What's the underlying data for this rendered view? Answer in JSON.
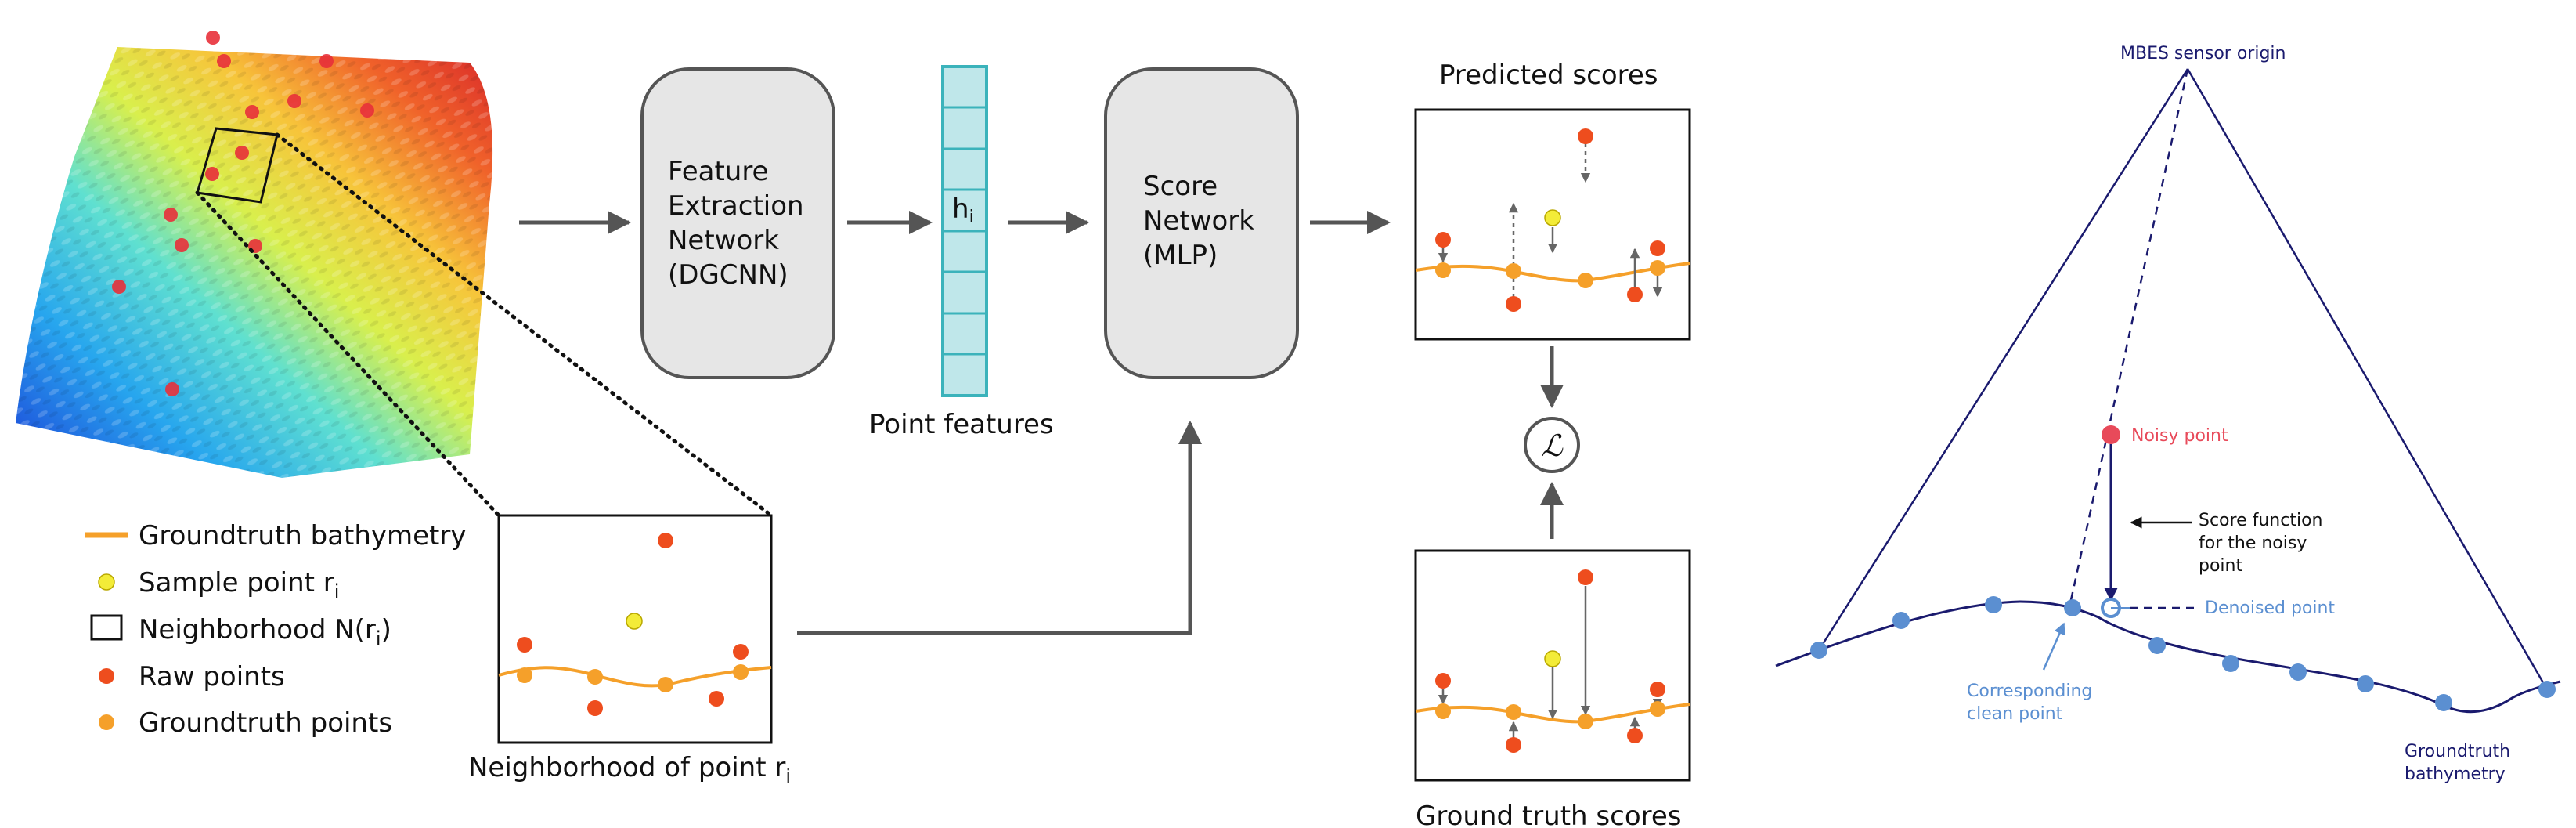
{
  "left": {
    "feature_extraction_label": [
      "Feature",
      "Extraction",
      "Network",
      "(DGCNN)"
    ],
    "point_feature_symbol": "h",
    "point_feature_subscript": "i",
    "point_features_label": "Point features",
    "score_network_label": [
      "Score",
      "Network",
      "(MLP)"
    ],
    "predicted_scores_label": "Predicted scores",
    "ground_truth_scores_label": "Ground truth scores",
    "loss_symbol": "ℒ",
    "neighborhood_caption": "Neighborhood of point r",
    "neighborhood_caption_sub": "i",
    "legend": [
      {
        "label": "Groundtruth bathymetry",
        "sub": "",
        "marker": "line"
      },
      {
        "label": "Sample point r",
        "sub": "i",
        "marker": "yellow-dot"
      },
      {
        "label": "Neighborhood N(r",
        "sub": "i",
        "suffix": ")",
        "marker": "square"
      },
      {
        "label": "Raw points",
        "sub": "",
        "marker": "red-dot"
      },
      {
        "label": "Groundtruth points",
        "sub": "",
        "marker": "orange-dot"
      }
    ]
  },
  "right": {
    "sensor_label": "MBES sensor origin",
    "noisy_point_label": "Noisy point",
    "score_function_label": [
      "Score function",
      "for the noisy",
      "point"
    ],
    "denoised_point_label": "Denoised point",
    "clean_point_label": [
      "Corresponding",
      "clean point"
    ],
    "groundtruth_label": [
      "Groundtruth",
      "bathymetry"
    ]
  },
  "colors": {
    "navy": "#1a1a6e",
    "light_blue": "#5b8fd1",
    "noisy_red": "#e84a5a",
    "raw_red": "#ee4d1e",
    "gt_orange": "#f5a02a",
    "sample_yellow": "#f3ec38",
    "box_gray": "#e6e6e6",
    "feature_teal": "#bfe7ea"
  }
}
